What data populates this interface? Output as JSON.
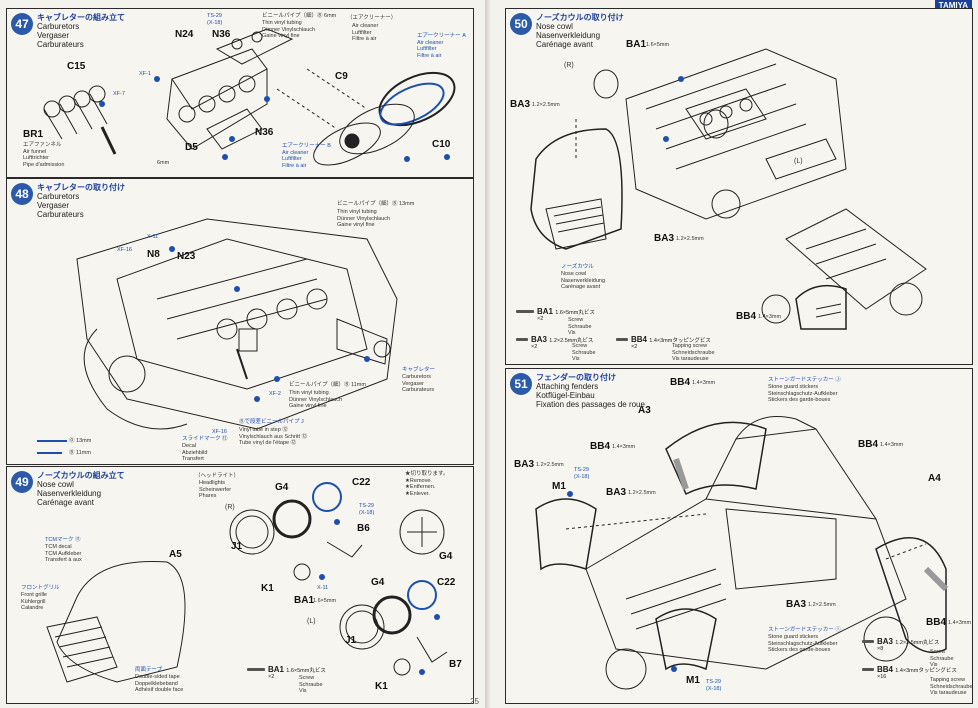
{
  "brand": "TAMIYA",
  "page_number": "25",
  "steps": [
    {
      "num": "47",
      "title_jp": "キャブレターの組み立て",
      "title_lines": [
        "Carburetors",
        "Vergaser",
        "Carburateurs"
      ],
      "labels": [
        "N24",
        "N36",
        "C15",
        "BR1",
        "D5",
        "N36",
        "C9",
        "C10"
      ],
      "notes": {
        "tubing_jp": "ビニールパイプ（細）Ⓑ 6mm",
        "tubing": "Thin vinyl tubing\nDünner Vinylschlauch\nGaine vinyl fine",
        "air_cleaner_jp": "（エアクリーナー）",
        "air_cleaner": "Air cleaner\nLuftfilter\nFiltre à air",
        "air_cleaner_a": "エアークリーナー A\nAir cleaner\nLuftfilter\nFiltre à air",
        "air_cleaner_b": "エアークリーナー B\nAir cleaner\nLuftfilter\nFiltre à air",
        "funnel": "エアファンネル\nAir funnel\nLufttrichter\nPipe d'admission",
        "ts29": "TS-29\n(X-18)",
        "xf1": "XF-1",
        "xf7": "XF-7",
        "scale": "6mm"
      }
    },
    {
      "num": "48",
      "title_jp": "キャブレターの取り付け",
      "title_lines": [
        "Carburetors",
        "Vergaser",
        "Carburateurs"
      ],
      "labels": [
        "N8",
        "N23"
      ],
      "notes": {
        "x11": "X-11",
        "xf16a": "XF-16",
        "tubing_jp": "ビニールパイプ（細）Ⓑ 13mm",
        "tubing": "Thin vinyl tubing\nDünner Vinylschlauch\nGaine vinyl fine",
        "carb_jp": "キャブレター",
        "carb": "Carburetors\nVergaser\nCarburateurs",
        "tubing2_jp": "ビニールパイプ（細）Ⓑ 11mm",
        "tubing2": "Thin vinyl tubing\nDünner Vinylschlauch\nGaine vinyl fine",
        "step_jp": "Ⓑで段差ビニールパイプ J",
        "step": "Vinyl tube in step ⑫\nVinylschlauch aus Schritt ⑫\nTube vinyl de l'étape ⑫",
        "decal_jp": "スライドマーク ⑫",
        "decal": "Decal\nAbziehbild\nTransfert",
        "xf2": "XF-2",
        "xf16b": "XF-16",
        "scale1": "⓪ 13mm",
        "scale2": "Ⓑ 11mm"
      }
    },
    {
      "num": "49",
      "title_jp": "ノーズカウルの組み立て",
      "title_lines": [
        "Nose cowl",
        "Nasenverkleidung",
        "Carénage avant"
      ],
      "labels": [
        "A5",
        "G4",
        "C22",
        "B6",
        "J1",
        "K1",
        "G4",
        "C22",
        "J1",
        "B7",
        "K1",
        "BA1",
        "G4"
      ],
      "notes": {
        "headlight_jp": "（ヘッドライト）",
        "headlight": "Headlights\nScheinwerfer\nPhares",
        "r": "(R)",
        "l": "(L)",
        "remove": "★切り取ります。\n★Remove.\n★Entfernen.\n★Enlever.",
        "tcm_jp": "TCMマーク ⑪",
        "tcm": "TCM decal\nTCM Aufkleber\nTransfert à aux",
        "grille_jp": "フロントグリル",
        "grille": "Front grille\nKühlergrill\nCalandre",
        "tape_jp": "両面テープ",
        "tape": "Double-sided tape\nDoppelklebeband\nAdhésif double face",
        "ts29": "TS-29\n(X-18)",
        "x11": "X-11",
        "hw_ba1": "BA1",
        "hw_ba1_size": "1.6×5mm丸ビス",
        "hw_ba1_qty": "×2",
        "hw_ba1_desc": "Screw\nSchraube\nVis",
        "ba1_size": "1.6×5mm"
      }
    },
    {
      "num": "50",
      "title_jp": "ノーズカウルの取り付け",
      "title_lines": [
        "Nose cowl",
        "Nasenverkleidung",
        "Carénage avant"
      ],
      "labels": [
        "BA1",
        "BA3",
        "BA3",
        "BB4"
      ],
      "notes": {
        "r": "(R)",
        "l": "(L)",
        "ba1_size": "1.6×5mm",
        "ba3_size": "1.2×2.5mm",
        "ba3b_size": "1.2×2.5mm",
        "bb4_size": "1.4×3mm",
        "cowl_jp": "ノーズカウル",
        "cowl": "Nose cowl\nNasenverkleidung\nCarénage avant",
        "hw_ba1": "BA1",
        "hw_ba1_size": "1.6×5mm丸ビス",
        "hw_ba1_qty": "×2",
        "hw_ba1_desc": "Screw\nSchraube\nVis",
        "hw_ba3": "BA3",
        "hw_ba3_size": "1.2×2.5mm丸ビス",
        "hw_ba3_qty": "×2",
        "hw_ba3_desc": "Screw\nSchraube\nVis",
        "hw_bb4": "BB4",
        "hw_bb4_size": "1.4×3mmタッピングビス",
        "hw_bb4_qty": "×2",
        "hw_bb4_desc": "Tapping screw\nSchneidschraube\nVis taraudeuse"
      }
    },
    {
      "num": "51",
      "title_jp": "フェンダーの取り付け",
      "title_lines": [
        "Attaching fenders",
        "Kotflügel-Einbau",
        "Fixation des passages de roue"
      ],
      "labels": [
        "BB4",
        "A3",
        "BB4",
        "BA3",
        "M1",
        "BA3",
        "BB4",
        "A4",
        "BA3",
        "M1",
        "BB4"
      ],
      "notes": {
        "stone_jp": "ストーンガードステッカー Ⓙ",
        "stone": "Stone guard stickers\nSteinschlagschutz-Aufkleber\nStickers des garde-boues",
        "stone2_jp": "ストーンガードステッカー Ⓘ",
        "stone2": "Stone guard stickers\nSteinschlagschutz-Aufkleber\nStickers des garde-boues",
        "ts29a": "TS-29\n(X-18)",
        "ts29b": "TS-29\n(X-18)",
        "sz_bb4": "1.4×3mm",
        "sz_ba3": "1.2×2.5mm",
        "hw_ba3": "BA3",
        "hw_ba3_size": "1.2×2.5mm丸ビス",
        "hw_ba3_qty": "×8",
        "hw_ba3_desc": "Screw\nSchraube\nVis",
        "hw_bb4": "BB4",
        "hw_bb4_size": "1.4×3mmタッピングビス",
        "hw_bb4_qty": "×16",
        "hw_bb4_desc": "Tapping screw\nSchneidschraube\nVis taraudeuse"
      }
    }
  ],
  "colors": {
    "step_circle": "#2a5aa8",
    "jp_title": "#1c3f9a",
    "paint_marker": "#1c4fb0"
  }
}
